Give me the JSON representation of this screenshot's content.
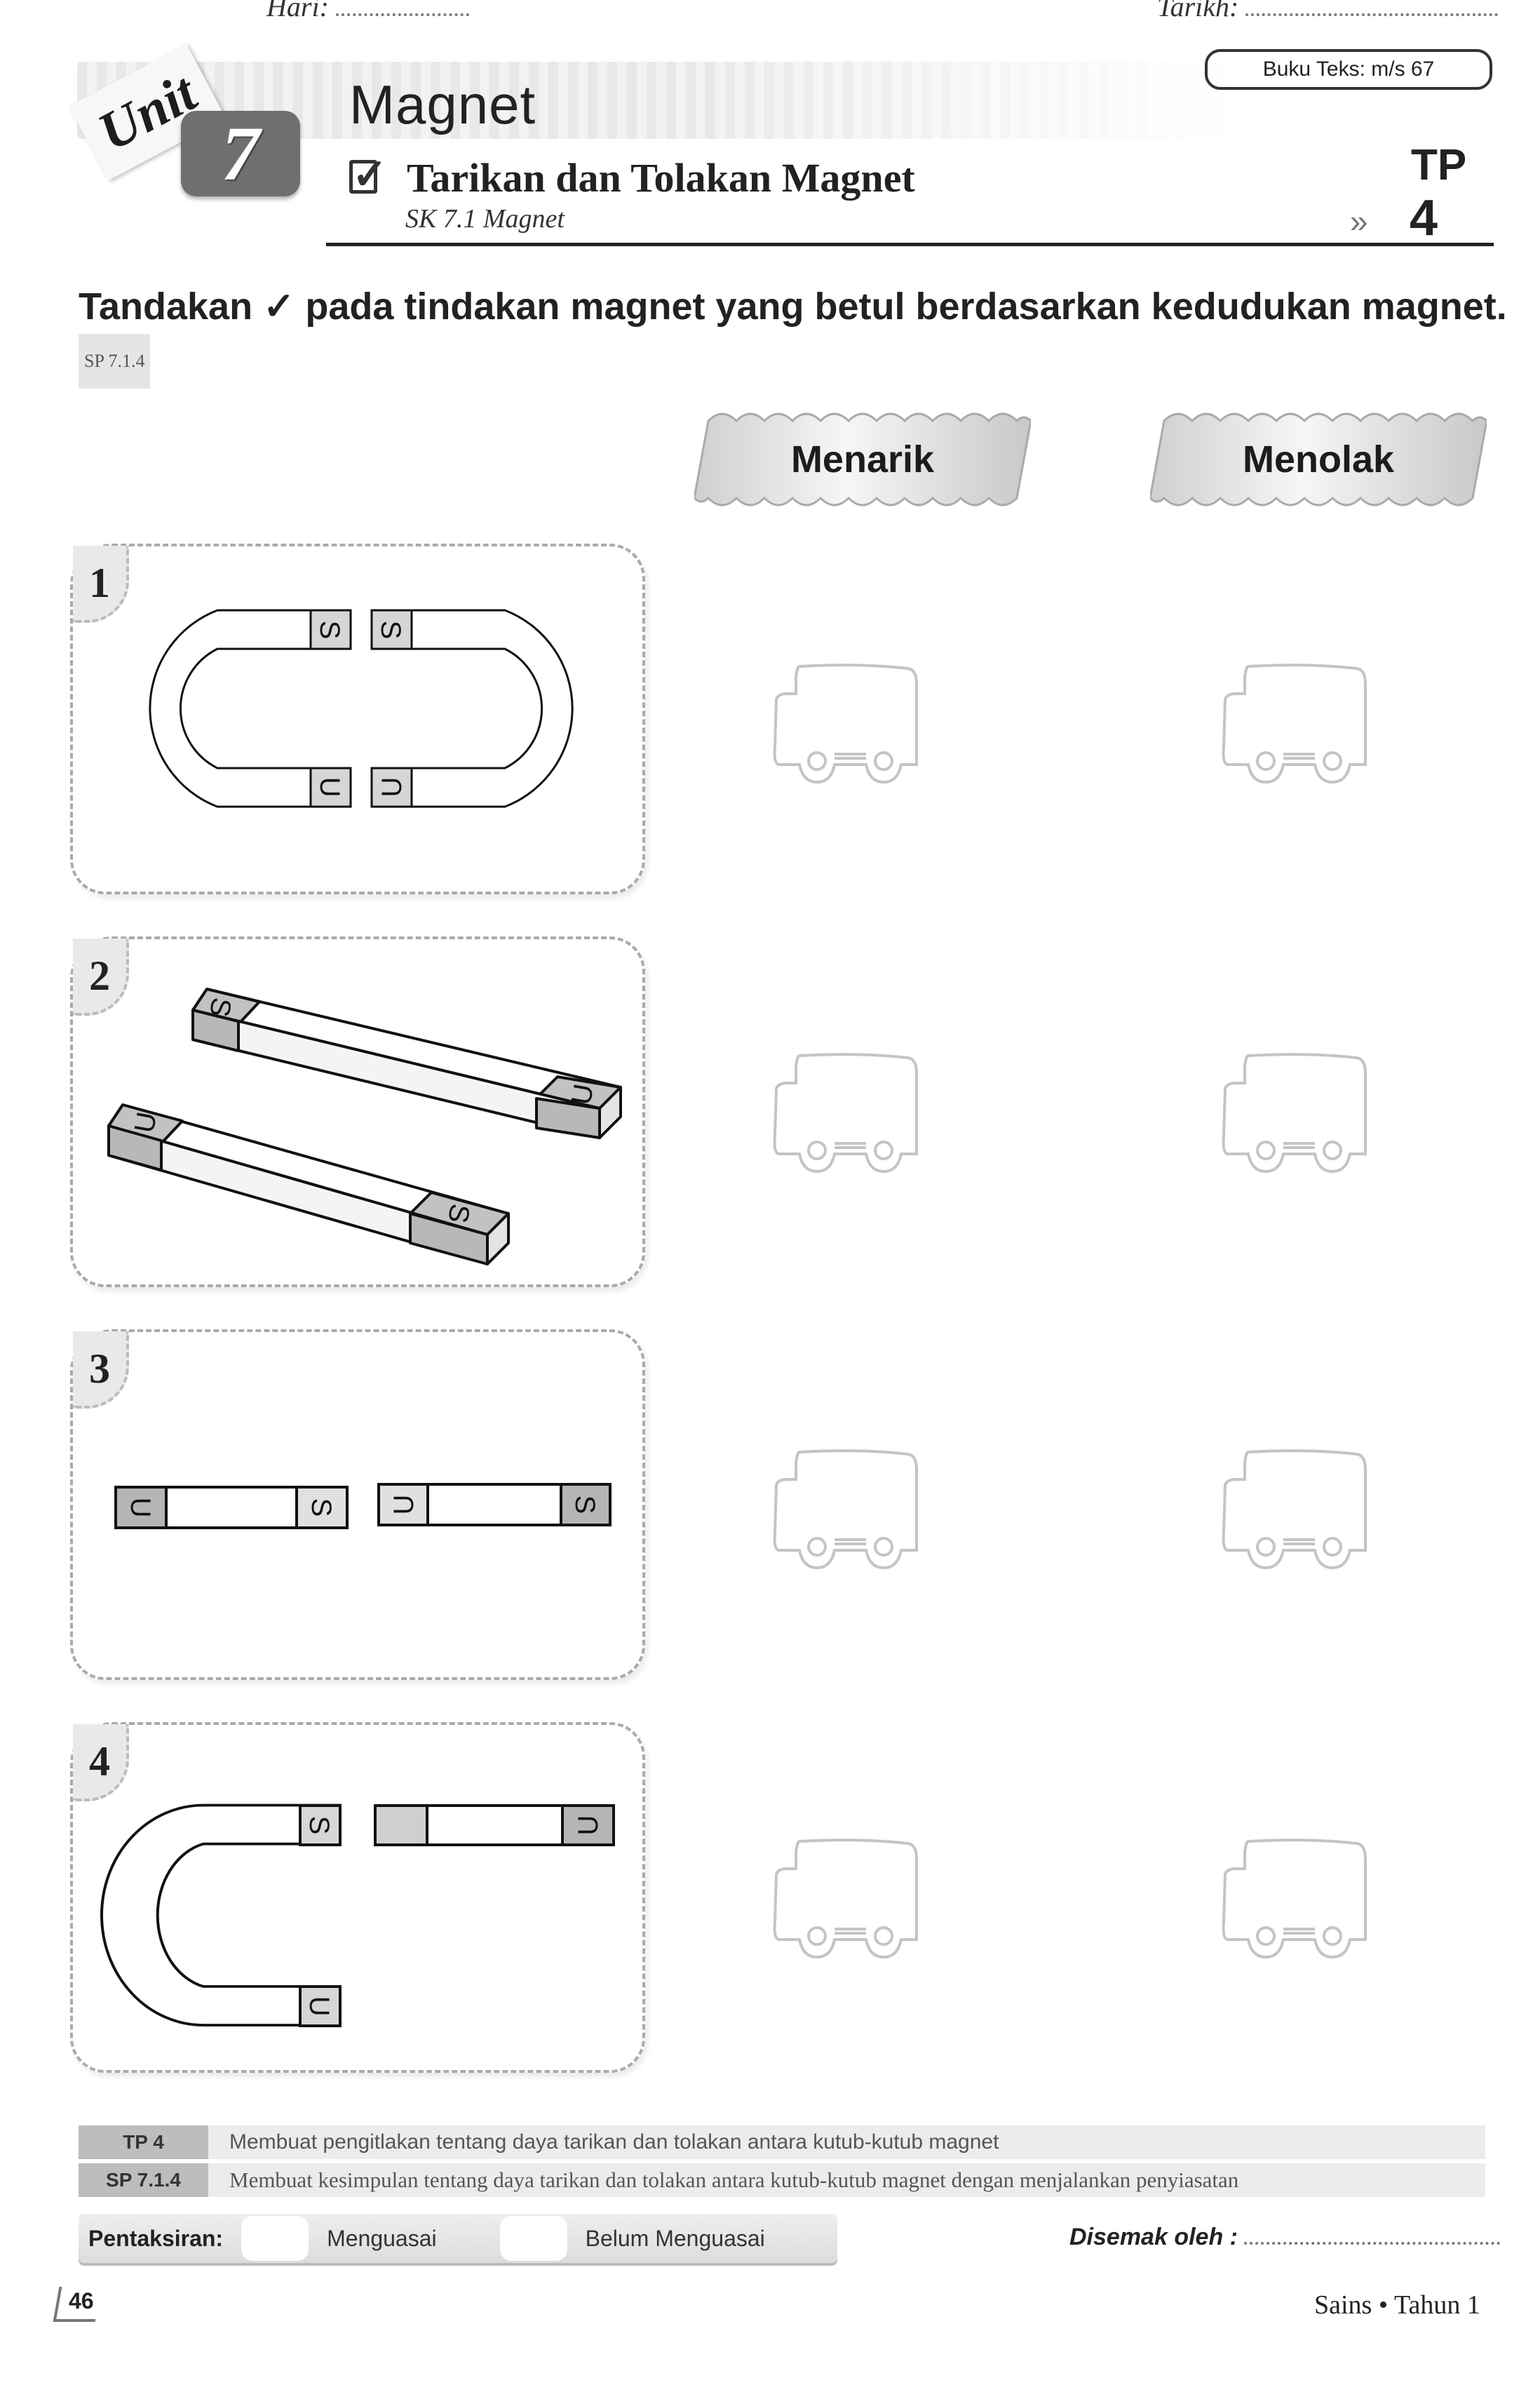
{
  "top_meta": {
    "day_label": "Hari:",
    "date_label": "Tarikh:"
  },
  "header": {
    "unit_word": "Unit",
    "unit_number": "7",
    "title": "Magnet",
    "subtitle": "Tarikan dan Tolakan Magnet",
    "sk_code": "SK 7.1 Magnet",
    "textbook_ref": "Buku Teks: m/s 67",
    "tp_label": "TP",
    "tp_level": "4",
    "tp_arrow_icon": "»"
  },
  "instruction": {
    "text_part1": "Tandakan",
    "check_glyph": "✓",
    "text_part2": "pada tindakan magnet yang betul berdasarkan kedudukan magnet.",
    "sp_tag": "SP 7.1.4"
  },
  "columns": [
    {
      "label": "Menarik"
    },
    {
      "label": "Menolak"
    }
  ],
  "questions": [
    {
      "number": "1",
      "description": "Two horseshoe magnets facing each other",
      "magnet_a": {
        "type": "horseshoe",
        "top_pole": "S",
        "bottom_pole": "U"
      },
      "magnet_b": {
        "type": "horseshoe",
        "top_pole": "S",
        "bottom_pole": "U"
      }
    },
    {
      "number": "2",
      "description": "Two 3D bar magnets, parallel",
      "magnet_a": {
        "type": "bar-3d",
        "left_pole": "S",
        "right_pole": "U"
      },
      "magnet_b": {
        "type": "bar-3d",
        "left_pole": "U",
        "right_pole": "S"
      }
    },
    {
      "number": "3",
      "description": "Two bar magnets end to end",
      "magnet_a": {
        "type": "bar",
        "left_pole": "U",
        "right_pole": "S"
      },
      "magnet_b": {
        "type": "bar",
        "left_pole": "U",
        "right_pole": "S"
      }
    },
    {
      "number": "4",
      "description": "Horseshoe magnet and bar magnet",
      "magnet_a": {
        "type": "horseshoe",
        "top_pole": "S",
        "bottom_pole": "U"
      },
      "magnet_b": {
        "type": "bar",
        "left_pole": "",
        "right_pole": "U"
      }
    }
  ],
  "legend": [
    {
      "tag": "TP 4",
      "text": "Membuat pengitlakan tentang daya tarikan dan tolakan antara kutub-kutub magnet"
    },
    {
      "tag": "SP 7.1.4",
      "text": "Membuat kesimpulan tentang daya tarikan dan tolakan antara kutub-kutub magnet dengan menjalankan penyiasatan"
    }
  ],
  "assessment": {
    "label": "Pentaksiran:",
    "option_1": "Menguasai",
    "option_2": "Belum Menguasai"
  },
  "checked_by_label": "Disemak oleh :",
  "page_number": "46",
  "book_title": "Sains • Tahun 1",
  "colors": {
    "text": "#222222",
    "pole_fill": "#d6d6d6",
    "card_border": "#aaaaaa",
    "legend_tag": "#bdbdbd",
    "legend_bg": "#ececec"
  }
}
